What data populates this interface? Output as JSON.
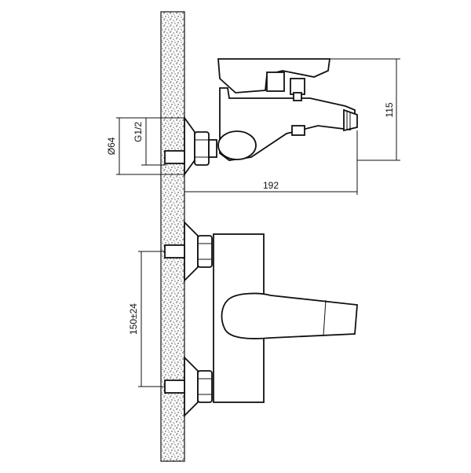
{
  "dimensions": {
    "diameter": "Ø64",
    "thread": "G1/2",
    "height": "115",
    "depth": "192",
    "spacing": "150±24"
  }
}
